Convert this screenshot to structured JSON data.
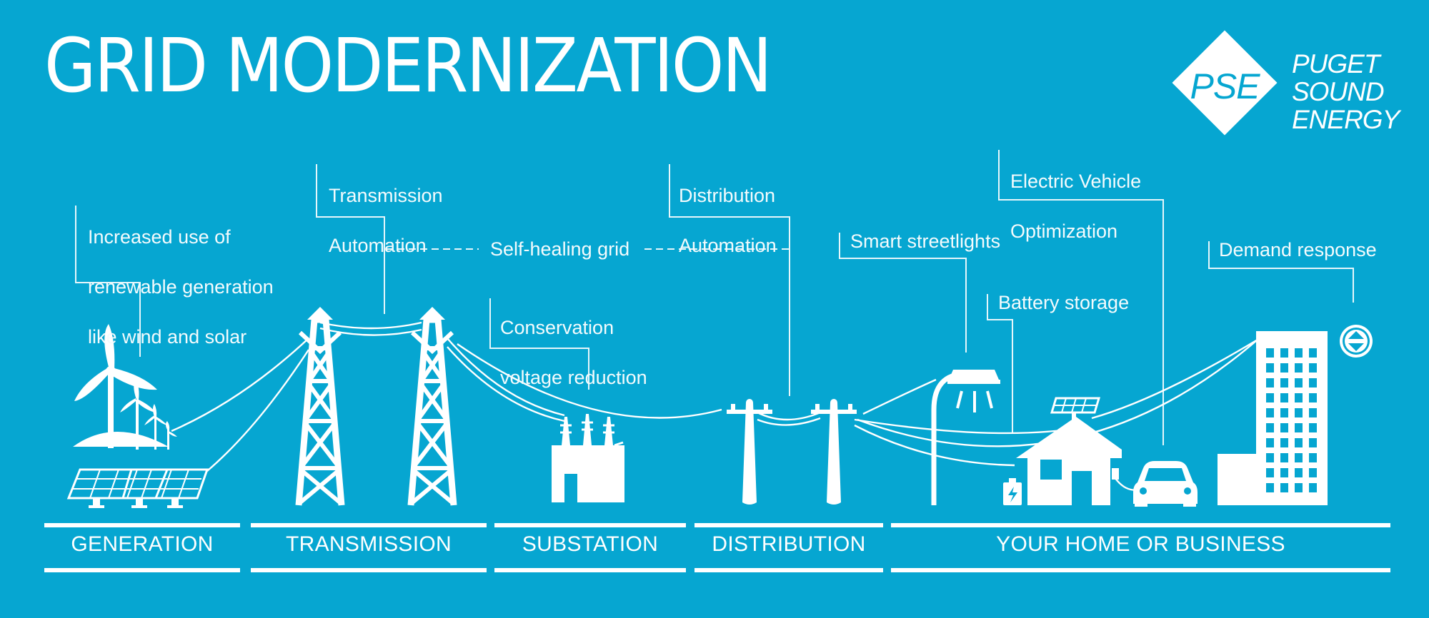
{
  "title": "GRID MODERNIZATION",
  "logo": {
    "abbr": "PSE",
    "name_lines": [
      "PUGET",
      "SOUND",
      "ENERGY"
    ]
  },
  "annotations": {
    "renewables": [
      "Increased use of",
      "renewable generation",
      "like wind and solar"
    ],
    "transmission_automation": [
      "Transmission",
      "Automation"
    ],
    "self_healing": "Self-healing grid",
    "conservation": [
      "Conservation",
      "voltage reduction"
    ],
    "distribution_automation": [
      "Distribution",
      "Automation"
    ],
    "streetlights": "Smart streetlights",
    "ev": [
      "Electric Vehicle",
      "Optimization"
    ],
    "battery": "Battery storage",
    "demand_response": "Demand response"
  },
  "stages": [
    "GENERATION",
    "TRANSMISSION",
    "SUBSTATION",
    "DISTRIBUTION",
    "YOUR HOME OR BUSINESS"
  ],
  "colors": {
    "background": "#06a6d1",
    "foreground": "#ffffff"
  },
  "icons": [
    "wind-turbine-icon",
    "solar-panel-icon",
    "transmission-tower-icon",
    "substation-icon",
    "utility-pole-icon",
    "streetlight-icon",
    "battery-icon",
    "house-icon",
    "electric-car-icon",
    "office-building-icon",
    "up-down-arrow-icon"
  ]
}
